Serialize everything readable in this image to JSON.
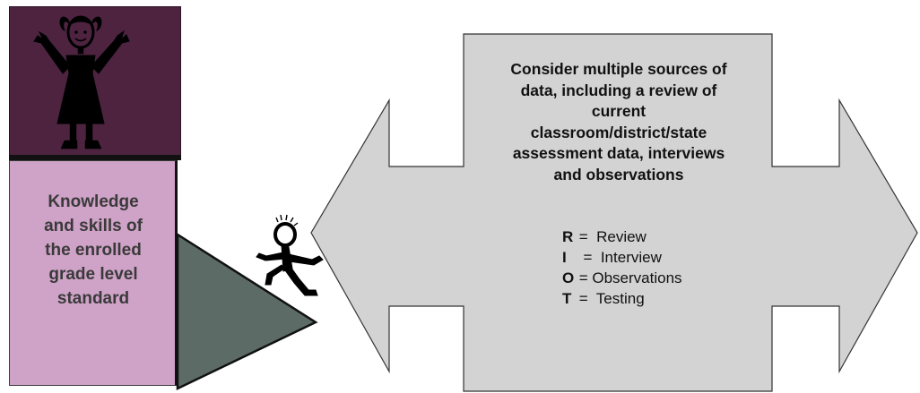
{
  "pillar": {
    "lines": [
      "Knowledge",
      "and skills of",
      "the enrolled",
      "grade level",
      "standard"
    ]
  },
  "arrow": {
    "lines": [
      "Consider multiple sources of",
      "data, including a review of",
      "current",
      "classroom/district/state",
      "assessment data, interviews",
      "and observations"
    ]
  },
  "riot": [
    {
      "letter": "R",
      "sep": " = ",
      "word": " Review"
    },
    {
      "letter": "I",
      "sep": "  = ",
      "word": " Interview"
    },
    {
      "letter": "O",
      "sep": " = ",
      "word": "Observations"
    },
    {
      "letter": "T",
      "sep": " = ",
      "word": " Testing"
    }
  ],
  "colors": {
    "pillar_top": "#4d2340",
    "pillar_bottom": "#cfa2c7",
    "ramp": "#5c6b66",
    "arrow_fill": "#d3d3d3",
    "figure": "#000000"
  },
  "icons": {
    "cheering_girl": "girl-cheering-icon",
    "climbing_figure": "stick-figure-climbing-icon"
  }
}
